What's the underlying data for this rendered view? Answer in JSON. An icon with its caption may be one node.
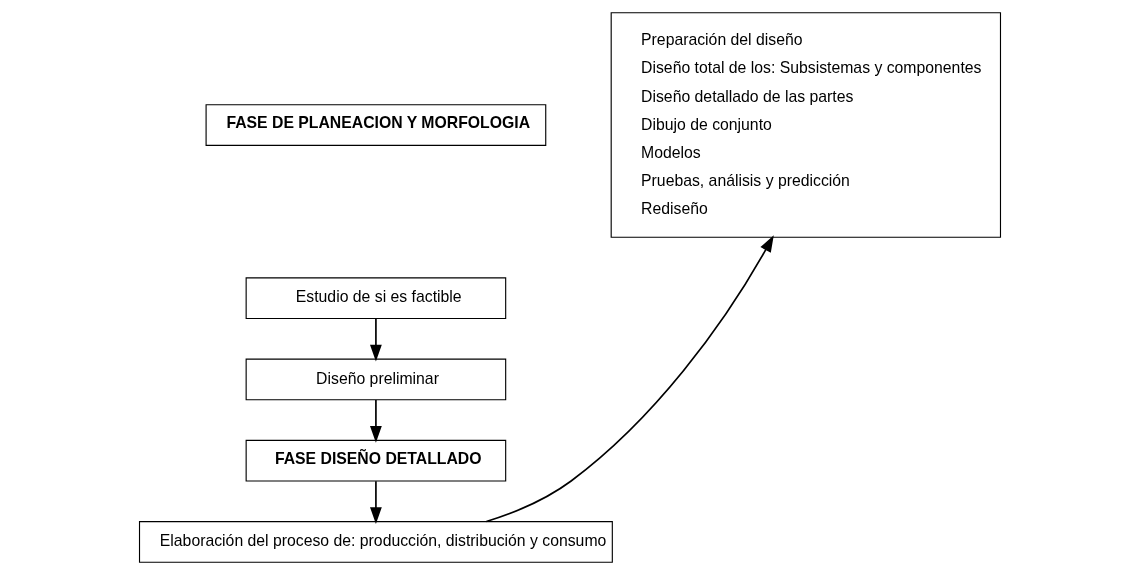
{
  "diagram": {
    "nodes": [
      {
        "text": [
          "FASE DE PLANEACION Y MORFOLOGIA"
        ]
      },
      {
        "text": [
          "Estudio de si es factible"
        ]
      },
      {
        "text": [
          "Diseño preliminar"
        ]
      },
      {
        "text": [
          "FASE DISEÑO DETALLADO"
        ]
      },
      {
        "text": [
          "Preparación del diseño",
          "Diseño total de los: Subsistemas y componentes",
          "Diseño detallado de las partes",
          "Dibujo de conjunto",
          "Modelos",
          "Pruebas, análisis y predicción",
          "Rediseño"
        ]
      },
      {
        "text": [
          "Elaboración del proceso de: producción, distribución y consumo"
        ]
      }
    ],
    "edges": [
      {
        "from": 1,
        "to": 2,
        "arrow": "to"
      },
      {
        "from": 2,
        "to": 3,
        "arrow": "to"
      },
      {
        "from": 3,
        "to": 5,
        "arrow": "to"
      },
      {
        "from": 5,
        "to": 4,
        "arrow": "to"
      }
    ]
  }
}
